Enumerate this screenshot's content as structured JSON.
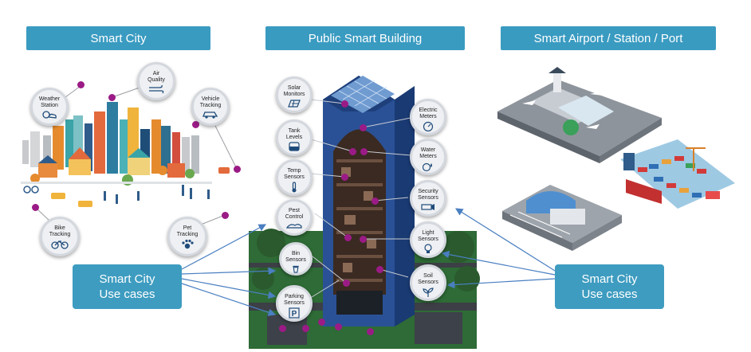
{
  "headers": {
    "smart_city": "Smart City",
    "public_building": "Public Smart Building",
    "airport": "Smart Airport / Station / Port"
  },
  "callouts": {
    "left_line1": "Smart City",
    "left_line2": "Use cases",
    "right_line1": "Smart City",
    "right_line2": "Use cases"
  },
  "city_bubbles": {
    "weather": "Weather\nStation",
    "air": "Air\nQuality",
    "vehicle": "Vehicle\nTracking",
    "bike": "Bike\nTracking",
    "pet": "Pet\nTracking"
  },
  "building_bubbles_left": {
    "solar": "Solar\nMonitors",
    "tank": "Tank\nLevels",
    "temp": "Temp\nSensors",
    "pest": "Pest\nControl",
    "bin": "Bin\nSensors",
    "parking": "Parking\nSensors"
  },
  "building_bubbles_right": {
    "electric": "Electric\nMeters",
    "water": "Water\nMeters",
    "security": "Security\nSensors",
    "light": "Light\nSensors",
    "soil": "Soil\nSensors"
  },
  "colors": {
    "header_bg": "#3a9bc1",
    "callout_bg": "#3e9cc0",
    "dot": "#9b1b86",
    "arrow": "#4a7fc1"
  }
}
